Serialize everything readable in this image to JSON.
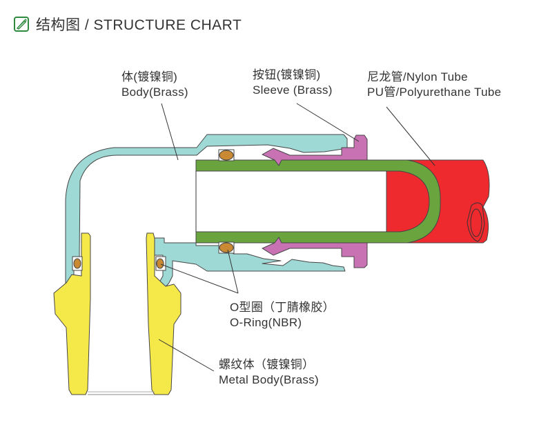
{
  "header": {
    "icon": "pencil-in-square-icon",
    "title": "结构图 / STRUCTURE CHART"
  },
  "colors": {
    "body": "#9fd9d6",
    "sleeve": "#c872b4",
    "tube_green": "#6aa43f",
    "tube_red": "#ee2a2e",
    "oring": "#c98a33",
    "metal_body": "#f5e94a",
    "icon_green": "#2e8b3e"
  },
  "labels": {
    "body": {
      "zh": "体(镀镍铜)",
      "en": "Body(Brass)"
    },
    "sleeve": {
      "zh": "按钮(镀镍铜)",
      "en": "Sleeve (Brass)"
    },
    "tube": {
      "zh": "尼龙管/Nylon Tube",
      "en": "PU管/Polyurethane Tube"
    },
    "oring": {
      "zh": "O型圈（丁腈橡胶）",
      "en": "O-Ring(NBR)"
    },
    "metal_body": {
      "zh": "螺纹体（镀镍铜）",
      "en": "Metal Body(Brass)"
    }
  }
}
